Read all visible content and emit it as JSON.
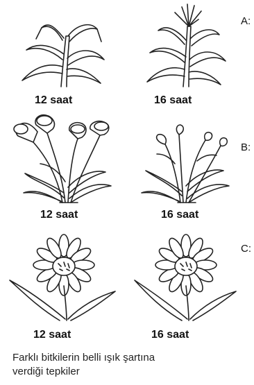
{
  "rows": [
    {
      "tag": "A:",
      "left_label": "12 saat",
      "right_label": "16 saat"
    },
    {
      "tag": "B:",
      "left_label": "12 saat",
      "right_label": "16 saat"
    },
    {
      "tag": "C:",
      "left_label": "12 saat",
      "right_label": "16 saat"
    }
  ],
  "caption": {
    "line1": "Farklı bitkilerin belli ışık şartına",
    "line2": "verdiği tepkiler"
  }
}
